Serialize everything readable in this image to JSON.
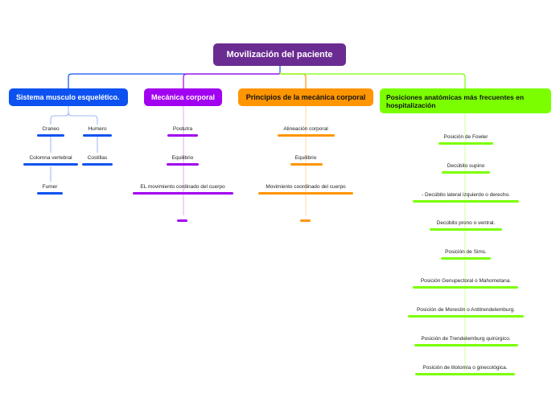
{
  "root": {
    "title": "Movilización del paciente"
  },
  "branches": [
    {
      "label": "Sistema musculo esquelético.",
      "color": "#0d52f0",
      "items": [
        "Craneo",
        "Humero",
        "Colomna vertebral",
        "Costillas",
        "Fumer"
      ]
    },
    {
      "label": "Mecánica corporal",
      "color": "#a200f0",
      "items": [
        "Postutra",
        "Equilibrio",
        "EL movimiento cordinado del cuerpo"
      ]
    },
    {
      "label": "Principios de la mecánica corporal",
      "color": "#ff9500",
      "items": [
        "Alineación corporal",
        "Equilibrio",
        "Movimiento coordinado del cuerpo"
      ]
    },
    {
      "label": "Posiciones anatómicas más frecuentes en hospitalización",
      "color": "#7bff00",
      "items": [
        "Posición de Fowler",
        "Decúbito supino",
        "- Decúbito lateral izquierdo o derecho.",
        "Decúbito prono o ventral.",
        "Posición de Sims.",
        "Posición Genupectoral o Mahometana.",
        "Posición de Morestin o Antitrendelemburg.",
        "Posición de Trendelemburg quirúrgico.",
        "Posición de litotomía o ginecológica."
      ]
    }
  ]
}
